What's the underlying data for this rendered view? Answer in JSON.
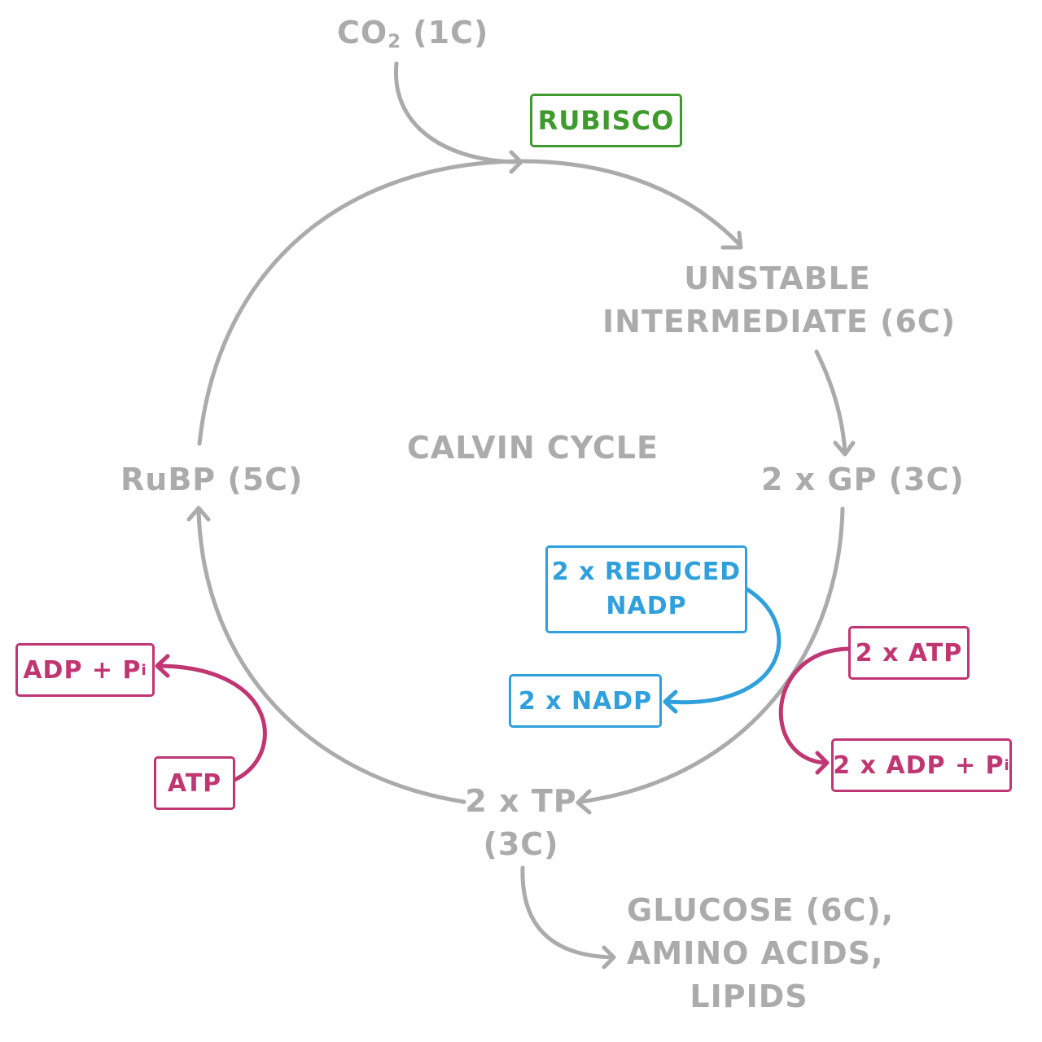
{
  "colors": {
    "grey": "#ababab",
    "green": "#3e9a2c",
    "blue": "#2fa0db",
    "magenta": "#c03673"
  },
  "labels": {
    "co2_main": "CO",
    "co2_sub": "2",
    "co2_tail": " (1C)",
    "unstable_line1": "UNSTABLE",
    "unstable_line2": "INTERMEDIATE (6C)",
    "gp": "2 x GP (3C)",
    "rubp": "RuBP (5C)",
    "title": "CALVIN CYCLE",
    "tp_line1": "2 x TP",
    "tp_line2": "(3C)",
    "products_line1": "GLUCOSE (6C),",
    "products_line2": "AMINO ACIDS,",
    "products_line3": "LIPIDS"
  },
  "boxes": {
    "rubisco": "RUBISCO",
    "reduced_nadp_line1": "2 x REDUCED",
    "reduced_nadp_line2": "NADP",
    "nadp": "2 x NADP",
    "atp_right": "2 x ATP",
    "adp_right_main": "2 x ADP + P",
    "adp_right_sub": "i",
    "adp_left_main": "ADP + P",
    "adp_left_sub": "i",
    "atp_left": "ATP"
  }
}
